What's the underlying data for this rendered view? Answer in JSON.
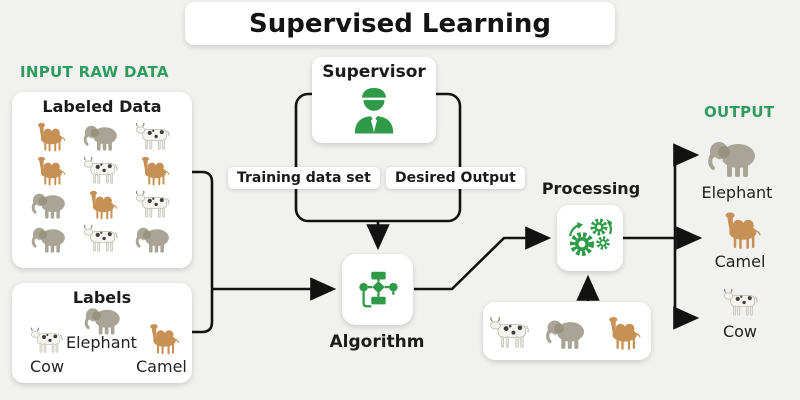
{
  "title": "Supervised Learning",
  "colors": {
    "background": "#f1f1f0",
    "accent_green_text": "#2e9c5e",
    "accent_green_icon": "#2f9b49",
    "line_black": "#121212"
  },
  "input_section": {
    "heading": "INPUT RAW DATA",
    "labeled_data_box": {
      "title": "Labeled Data",
      "animals": [
        "camel",
        "elephant",
        "cow",
        "camel",
        "cow",
        "camel",
        "elephant",
        "camel",
        "cow",
        "elephant",
        "cow",
        "elephant"
      ]
    },
    "labels_box": {
      "title": "Labels",
      "items": [
        {
          "animal": "elephant",
          "label": "Elephant"
        },
        {
          "animal": "cow",
          "label": "Cow"
        },
        {
          "animal": "camel",
          "label": "Camel"
        }
      ]
    }
  },
  "supervisor": {
    "title": "Supervisor",
    "icon": "supervisor-person-icon"
  },
  "edges": {
    "training_label": "Training data set",
    "desired_label": "Desired Output"
  },
  "algorithm": {
    "label": "Algorithm",
    "icon": "flowchart-icon"
  },
  "processing": {
    "label": "Processing",
    "icon": "gears-icon"
  },
  "test_box": {
    "animals": [
      "cow",
      "elephant",
      "camel"
    ]
  },
  "output_section": {
    "heading": "OUTPUT",
    "items": [
      {
        "animal": "elephant",
        "label": "Elephant"
      },
      {
        "animal": "camel",
        "label": "Camel"
      },
      {
        "animal": "cow",
        "label": "Cow"
      }
    ]
  }
}
